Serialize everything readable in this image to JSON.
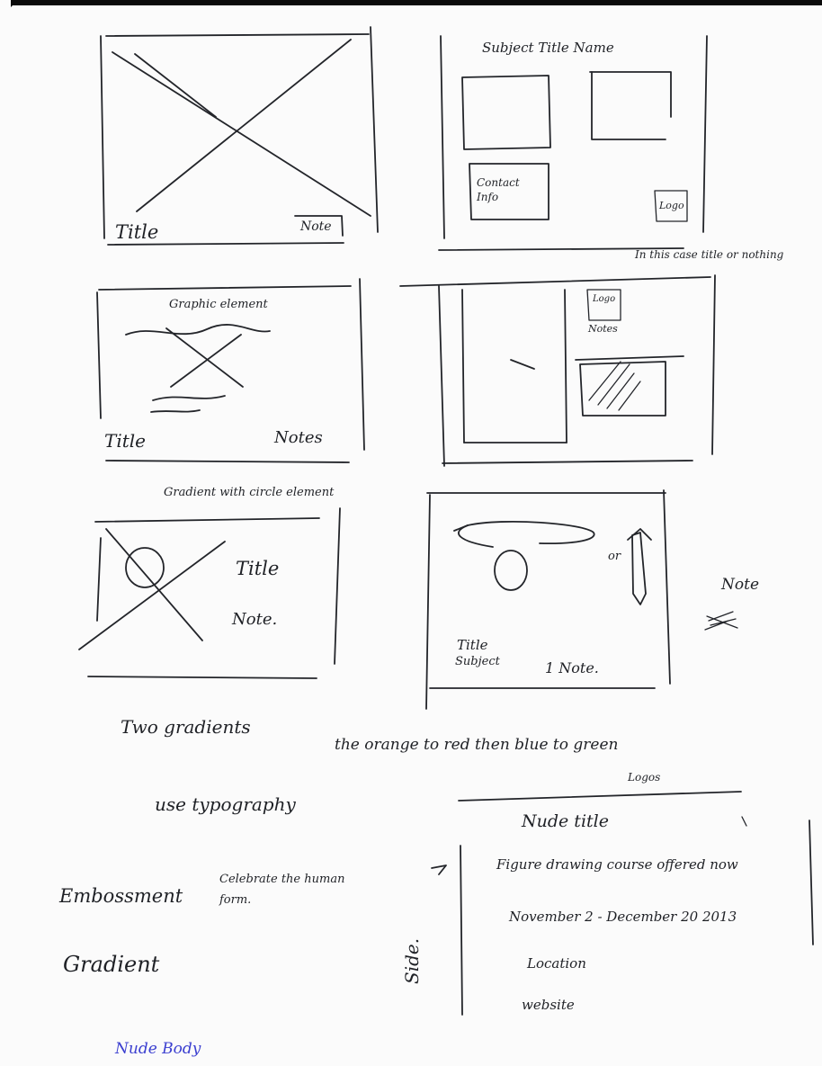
{
  "sketches": {
    "s1": {
      "title": "Title",
      "note": "Note"
    },
    "s2": {
      "header": "Subject Title Name",
      "contact": "Contact Info",
      "logo": "Logo",
      "side_note": "In this case title or nothing"
    },
    "s3": {
      "label": "Graphic element",
      "title": "Title",
      "note": "Notes"
    },
    "s4": {
      "logo": "Logo",
      "notes": "Notes"
    },
    "s5": {
      "label": "Gradient with circle element",
      "title": "Title",
      "note": "Note."
    },
    "s6": {
      "or": "or",
      "title": "Title",
      "subject": "Subject",
      "note": "1 Note.",
      "side_note": "Note"
    }
  },
  "notes": {
    "gradients": "Two gradients",
    "colors": "the orange to red then blue to green",
    "logos": "Logos",
    "typography": "use typography",
    "emboss": "Embossment",
    "celebrate": "Celebrate the human form.",
    "gradient": "Gradient",
    "blue_note": "Nude Body"
  },
  "poster": {
    "title": "Nude title",
    "line1": "Figure drawing course offered now",
    "line2": "November 2 - December 20 2013",
    "line3": "Location",
    "line4": "website",
    "side": "Side."
  }
}
